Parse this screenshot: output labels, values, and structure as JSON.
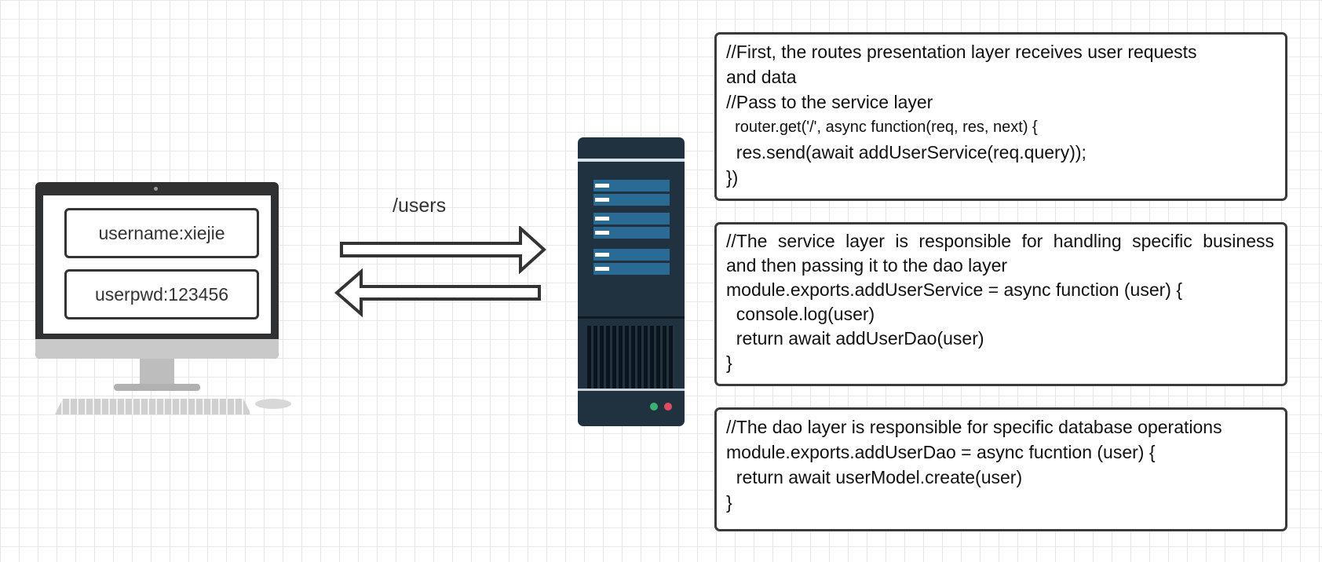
{
  "client": {
    "username_field": "username:xiejie",
    "password_field": "userpwd:123456"
  },
  "request": {
    "route": "/users"
  },
  "layers": {
    "routes": {
      "lines": [
        "//First, the routes presentation layer receives user requests",
        "and data",
        "//Pass to the service layer",
        "  router.get('/', async function(req, res, next) {",
        "  res.send(await addUserService(req.query));",
        "})"
      ]
    },
    "service": {
      "lines": [
        "//The service layer is responsible for handling specific business",
        "and then passing it to the dao layer",
        "module.exports.addUserService = async function (user) {",
        "  console.log(user)",
        "  return await addUserDao(user)",
        "}"
      ]
    },
    "dao": {
      "lines": [
        "//The dao layer is responsible for specific database operations",
        "module.exports.addUserDao = async fucntion (user) {",
        "  return await userModel.create(user)",
        "}"
      ]
    }
  },
  "colors": {
    "server_body": "#20323f",
    "server_bar": "#2a6b96",
    "led_green": "#3bb273",
    "led_red": "#e24b62",
    "box_border": "#3a3a3a"
  }
}
